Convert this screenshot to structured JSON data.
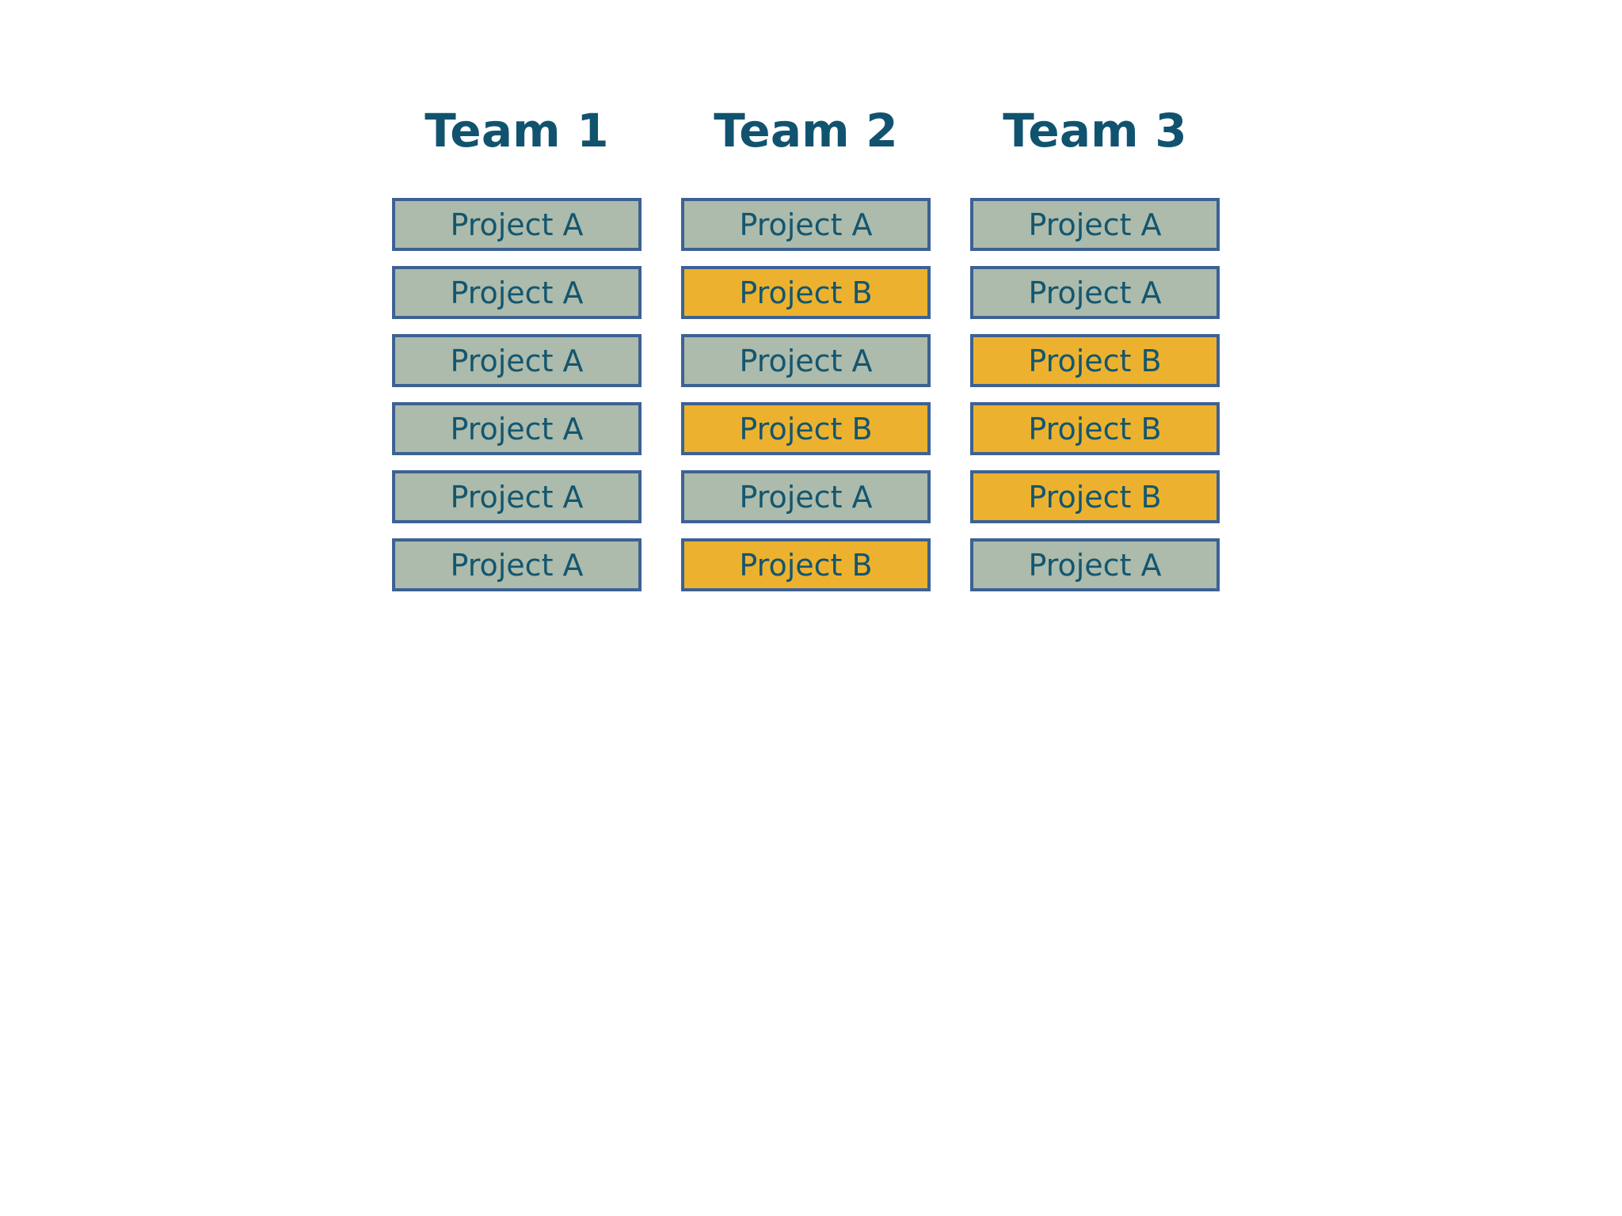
{
  "board": {
    "columns": [
      {
        "header": "Team 1",
        "cards": [
          {
            "label": "Project A",
            "project": "A"
          },
          {
            "label": "Project A",
            "project": "A"
          },
          {
            "label": "Project A",
            "project": "A"
          },
          {
            "label": "Project A",
            "project": "A"
          },
          {
            "label": "Project A",
            "project": "A"
          },
          {
            "label": "Project A",
            "project": "A"
          }
        ]
      },
      {
        "header": "Team 2",
        "cards": [
          {
            "label": "Project A",
            "project": "A"
          },
          {
            "label": "Project B",
            "project": "B"
          },
          {
            "label": "Project A",
            "project": "A"
          },
          {
            "label": "Project B",
            "project": "B"
          },
          {
            "label": "Project A",
            "project": "A"
          },
          {
            "label": "Project B",
            "project": "B"
          }
        ]
      },
      {
        "header": "Team 3",
        "cards": [
          {
            "label": "Project A",
            "project": "A"
          },
          {
            "label": "Project A",
            "project": "A"
          },
          {
            "label": "Project B",
            "project": "B"
          },
          {
            "label": "Project B",
            "project": "B"
          },
          {
            "label": "Project B",
            "project": "B"
          },
          {
            "label": "Project A",
            "project": "A"
          }
        ]
      }
    ]
  },
  "colors": {
    "background": "#ffffff",
    "project_a_fill": "#acbbab",
    "project_b_fill": "#ecb22f",
    "card_border": "#3d6193",
    "header_text": "#11536f",
    "card_text": "#14566f"
  }
}
